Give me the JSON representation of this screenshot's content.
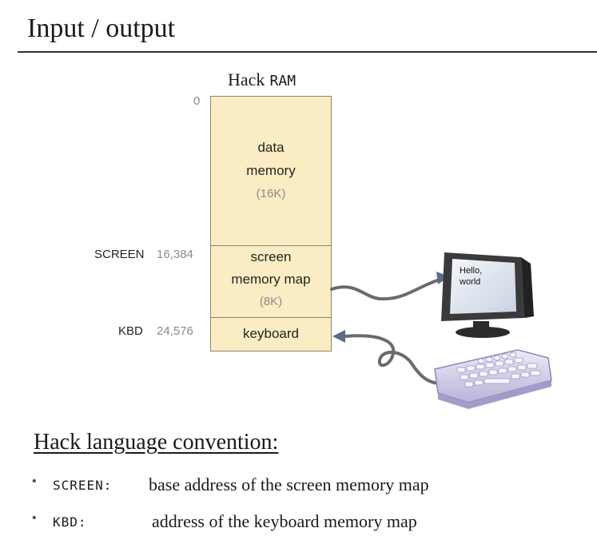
{
  "slide_title": "Input / output",
  "ram": {
    "title": "Hack RAM",
    "segments": [
      {
        "label_lines": [
          "data",
          "memory"
        ],
        "size": "(16K)"
      },
      {
        "label_lines": [
          "screen",
          "memory map"
        ],
        "size": "(8K)"
      },
      {
        "label_lines": [
          "keyboard"
        ],
        "size": ""
      }
    ],
    "addresses": {
      "data_start": "0",
      "screen_name": "SCREEN",
      "screen_addr": "16,384",
      "kbd_name": "KBD",
      "kbd_addr": "24,576"
    }
  },
  "monitor_text": [
    "Hello,",
    "world"
  ],
  "convention": {
    "heading": "Hack language convention:",
    "items": [
      {
        "term": "SCREEN:",
        "description": "base address of the screen memory map"
      },
      {
        "term": "KBD:",
        "description": "address of the keyboard memory map"
      }
    ]
  },
  "colors": {
    "ram_fill": "#fbedc3",
    "ram_border": "#8c8470",
    "cable": "#6b6b6b",
    "arrow": "#5a6e85",
    "keyboard": "#d9d4ee"
  }
}
